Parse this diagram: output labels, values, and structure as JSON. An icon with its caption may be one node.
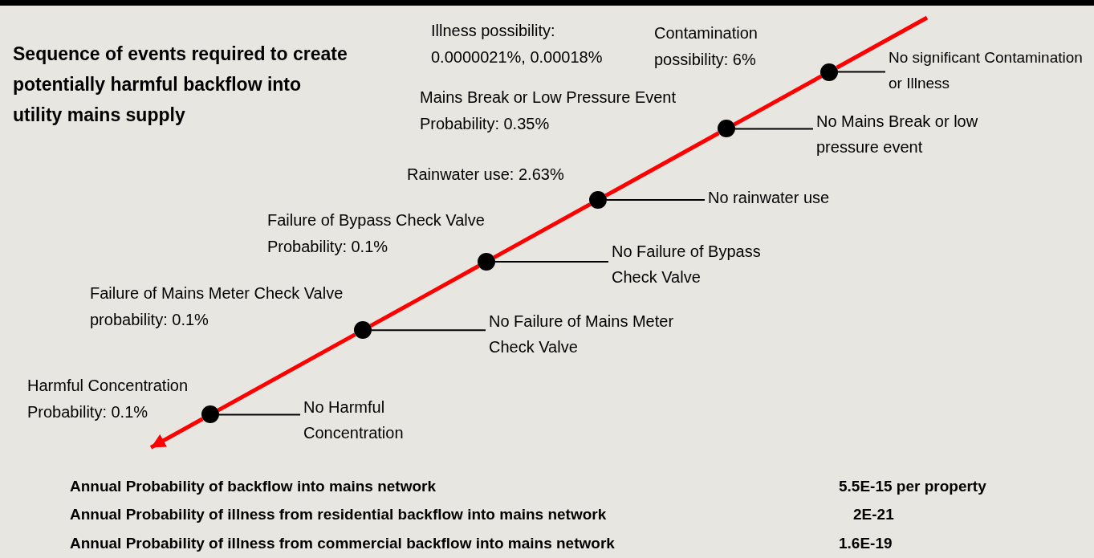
{
  "diagram": {
    "title": "Sequence of events  required to create potentially harmful backflow into utility mains supply",
    "nodes": [
      {
        "text": [],
        "shape": "circle",
        "beside": [
          "Illness possibility: 0.0000021%, 0.00018%",
          "Contamination possibility: 6%"
        ]
      },
      {
        "text": [
          "No significant Contamination or Illness"
        ]
      },
      {
        "text": [],
        "shape": "circle",
        "beside": [
          "Mains Break or Low Pressure Event Probability: 0.35%"
        ]
      },
      {
        "text": [
          "No Mains Break or low pressure event"
        ]
      },
      {
        "text": [],
        "shape": "circle",
        "beside": [
          "Rainwater use: 2.63%"
        ]
      },
      {
        "text": [
          "No rainwater use"
        ]
      },
      {
        "text": [],
        "shape": "circle",
        "beside": [
          "Failure of Bypass Check Valve Probability: 0.1%"
        ]
      },
      {
        "text": [
          "No Failure of Bypass Check Valve"
        ]
      },
      {
        "text": [],
        "shape": "circle",
        "beside": [
          "Failure of Mains Meter Check Valve probability: 0.1%"
        ]
      },
      {
        "text": [
          "No Failure of Mains Meter Check Valve"
        ]
      },
      {
        "text": [],
        "shape": "circle",
        "beside": [
          "Harmful Concentration Probability: 0.1%"
        ]
      },
      {
        "text": [
          "No Harmful Concentration"
        ]
      }
    ],
    "edges": [
      {
        "from": null,
        "to": 0,
        "arrow": "none"
      },
      {
        "from": 0,
        "to": 2,
        "arrow": "none"
      },
      {
        "from": 2,
        "to": 4,
        "arrow": "none"
      },
      {
        "from": 4,
        "to": 6,
        "arrow": "none"
      },
      {
        "from": 6,
        "to": 8,
        "arrow": "none"
      },
      {
        "from": 8,
        "to": 10,
        "arrow": "none"
      },
      {
        "from": 10,
        "to": null,
        "arrow": "to"
      },
      {
        "from": 0,
        "to": 1,
        "arrow": "none",
        "color": "#000000"
      },
      {
        "from": 2,
        "to": 3,
        "arrow": "none",
        "color": "#000000"
      },
      {
        "from": 4,
        "to": 5,
        "arrow": "none",
        "color": "#000000"
      },
      {
        "from": 6,
        "to": 7,
        "arrow": "none",
        "color": "#000000"
      },
      {
        "from": 8,
        "to": 9,
        "arrow": "none",
        "color": "#000000"
      },
      {
        "from": 10,
        "to": 11,
        "arrow": "none",
        "color": "#000000"
      }
    ],
    "labels": [
      "Annual Probability of backflow into mains network",
      "5.5E-15 per property",
      "Annual Probability of illness from residential backflow into mains network",
      "2E-21",
      "Annual Probability of illness from commercial backflow into mains network",
      "1.6E-19"
    ]
  }
}
